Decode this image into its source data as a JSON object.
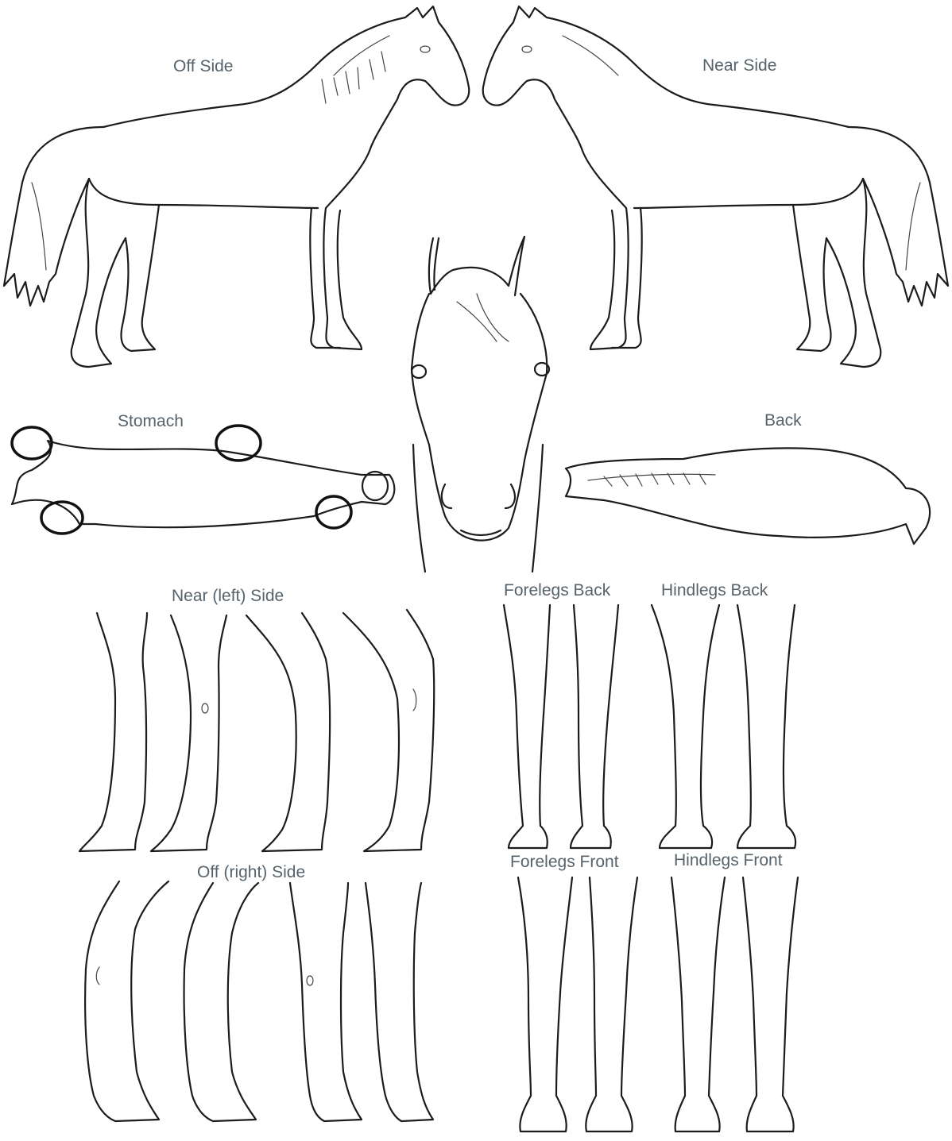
{
  "labels": {
    "off_side": "Off Side",
    "near_side": "Near Side",
    "stomach": "Stomach",
    "back": "Back",
    "near_left_side": "Near (left) Side",
    "off_right_side": "Off (right) Side",
    "forelegs_back": "Forelegs Back",
    "hindlegs_back": "Hindlegs Back",
    "forelegs_front": "Forelegs Front",
    "hindlegs_front": "Hindlegs Front"
  },
  "colors": {
    "label": "#56636b",
    "line": "#1c1c1c",
    "background": "#ffffff"
  }
}
